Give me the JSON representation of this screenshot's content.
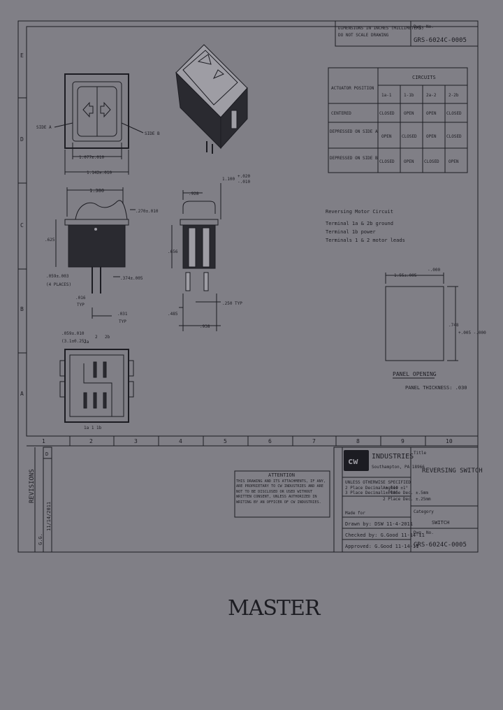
{
  "zones": {
    "rows": [
      "E",
      "D",
      "C",
      "B",
      "A"
    ],
    "cols": [
      "1",
      "2",
      "3",
      "4",
      "5",
      "6",
      "7",
      "8",
      "9",
      "10"
    ]
  },
  "header_box": {
    "line1": "DIMENSIONS IN INCHES (MILLIMETERS)",
    "line2": "DO NOT SCALE DRAWING",
    "dwg_label": "Dwg. No.",
    "dwg_no": "GRS-6024C-0005"
  },
  "circuit_table": {
    "header_left": "ACTUATOR POSITION",
    "header_group": "CIRCUITS",
    "columns": [
      "1a-1",
      "1-1b",
      "2a-2",
      "2-2b"
    ],
    "rows": [
      {
        "position": "CENTERED",
        "cells": [
          "CLOSED",
          "OPEN",
          "OPEN",
          "CLOSED"
        ]
      },
      {
        "position": "DEPRESSED ON SIDE A",
        "cells": [
          "OPEN",
          "CLOSED",
          "OPEN",
          "CLOSED"
        ]
      },
      {
        "position": "DEPRESSED ON SIDE B",
        "cells": [
          "CLOSED",
          "OPEN",
          "CLOSED",
          "OPEN"
        ]
      }
    ]
  },
  "top_view": {
    "side_a": "SIDE A",
    "side_b": "SIDE B",
    "dim_inner": "1.077±.010",
    "dim_outer": "1.142±.010"
  },
  "side_view": {
    "dim_top": "1.380",
    "dim_right": ".270±.010",
    "dim_left": ".625",
    "dim_term_a": ".059±.003",
    "dim_term_b": "(4 PLACES)",
    "dim_bottom_r": ".374±.005",
    "dim_typ": ".016",
    "typ": "TYP",
    "dim_low": ".031",
    "typ2": "TYP"
  },
  "end_view": {
    "dim_top": ".928",
    "dim_left": ".656",
    "dim_tol": "1.100",
    "tol_plus": "+.020",
    "tol_minus": "-.010",
    "dim_typ": ".250 TYP",
    "dim_low": ".485",
    "dim_bottom": ".938"
  },
  "bottom_view": {
    "dim_a": ".059±.010",
    "dim_b": "(3.1±0.25)",
    "lbl_2": "2",
    "lbl_2b": "2b",
    "lbl_2a": "2a",
    "labels_bottom": "1a   1   1b"
  },
  "circuit_notes": [
    "Reversing Motor Circuit",
    "  Terminal 1a & 2b ground",
    "  Terminal 1b power",
    "  Terminals 1 & 2 motor leads"
  ],
  "panel": {
    "dim_top": "1.55±.005",
    "dim_top_tol": "-.000",
    "dim_side": ".748",
    "dim_side_tol": "+.005 -.000",
    "label": "PANEL OPENING",
    "thickness": "PANEL THICKNESS: .030"
  },
  "revisions": {
    "label": "REVISIONS",
    "rev": "D",
    "by": "G.G.",
    "date": "11/14/2011"
  },
  "attention": {
    "title": "ATTENTION",
    "body": "THIS DRAWING AND ITS ATTACHMENTS, IF ANY, ARE PROPRIETARY TO CW INDUSTRIES AND ARE NOT TO BE DISCLOSED OR USED WITHOUT WRITTEN CONSENT, UNLESS AUTHORIZED IN WRITING BY AN OFFICER OF CW INDUSTRIES."
  },
  "company": {
    "logo": "cw",
    "name": "INDUSTRIES",
    "location": "Southampton, PA 18966",
    "tolerance_title": "UNLESS OTHERWISE SPECIFIED",
    "tolerances": [
      "2 Place Decimal ±.010",
      "3 Place Decimal ±.005",
      "Angles ±1°",
      "1 Place Dec. ±.5mm",
      "2 Place Dec. ±.25mm"
    ]
  },
  "title_block": {
    "title_label": "Title",
    "title": "REVERSING SWITCH",
    "material_label": "Made for",
    "drawn_by": "Drawn by: DSW   11-4-2011",
    "checked_by": "Checked by: G.Good  11-14-11",
    "approved_by": "Approved: G.Good  11-14-11",
    "category_label": "Category",
    "category": "SWITCH",
    "dwg_label": "Dwg. No.",
    "dwg_no": "GRS-6024C-0005"
  },
  "stamp": "MASTER"
}
